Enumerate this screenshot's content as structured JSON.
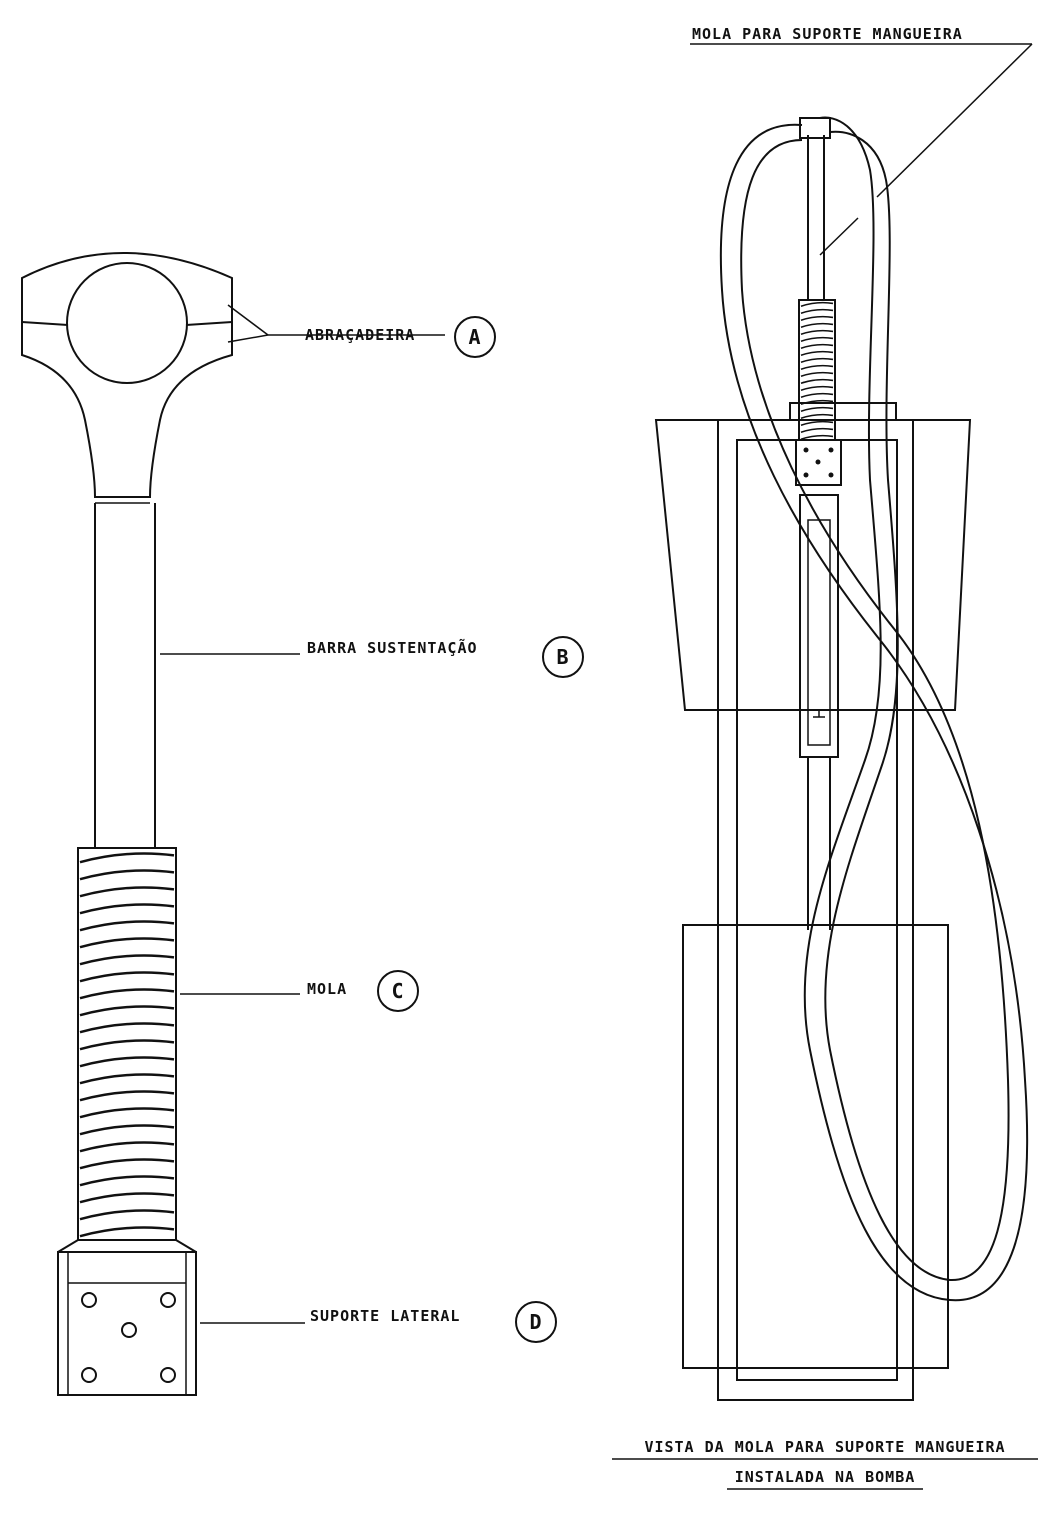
{
  "labels": {
    "a": {
      "text": "ABRAÇADEIRA",
      "marker": "A"
    },
    "b": {
      "text": "BARRA  SUSTENTAÇÃO",
      "marker": "B"
    },
    "c": {
      "text": "MOLA",
      "marker": "C"
    },
    "d": {
      "text": "SUPORTE  LATERAL",
      "marker": "D"
    },
    "top": {
      "text": "MOLA  PARA  SUPORTE  MANGUEIRA"
    }
  },
  "caption": {
    "line1": "VISTA DA MOLA PARA SUPORTE MANGUEIRA",
    "line2": "INSTALADA NA BOMBA"
  },
  "colors": {
    "ink": "#111111",
    "paper": "#ffffff"
  }
}
